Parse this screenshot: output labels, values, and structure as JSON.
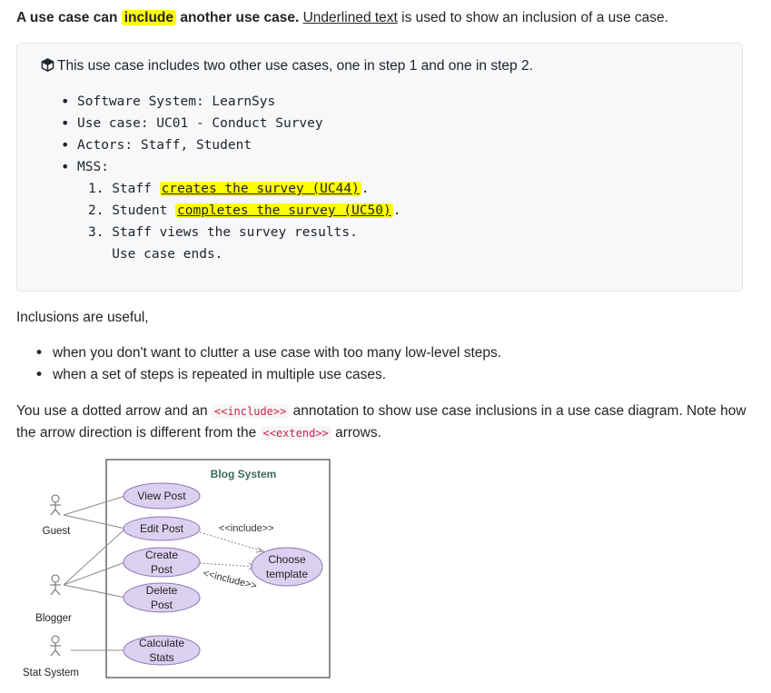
{
  "intro": {
    "bold_before": "A use case can",
    "highlight": "include",
    "bold_after": "another use case.",
    "underlined": "Underlined text",
    "rest": " is used to show an inclusion of a use case."
  },
  "example": {
    "icon": "cube-icon",
    "intro": "This use case includes two other use cases, one in step 1 and one in step 2.",
    "items": [
      "Software System: LearnSys",
      "Use case: UC01 - Conduct Survey",
      "Actors: Staff, Student",
      "MSS:"
    ],
    "steps": [
      {
        "prefix": "1. Staff ",
        "link": "creates the survey (UC44)",
        "suffix": "."
      },
      {
        "prefix": "2. Student ",
        "link": "completes the survey (UC50)",
        "suffix": "."
      },
      {
        "prefix": "3. Staff views the survey results.",
        "link": "",
        "suffix": ""
      },
      {
        "prefix": "   Use case ends.",
        "link": "",
        "suffix": ""
      }
    ]
  },
  "useful": {
    "heading": "Inclusions are useful,",
    "items": [
      "when you don't want to clutter a use case with too many low-level steps.",
      "when a set of steps is repeated in multiple use cases."
    ]
  },
  "arrow_note": {
    "t1": "You use a dotted arrow and an ",
    "code1": "<<include>>",
    "t2": " annotation to show use case inclusions in a use case diagram. Note how the arrow direction is different from the ",
    "code2": "<<extend>>",
    "t3": " arrows."
  },
  "diagram": {
    "system_title": "Blog System",
    "actors": [
      "Guest",
      "Blogger",
      "Stat System"
    ],
    "use_cases": [
      [
        "View Post"
      ],
      [
        "Edit Post"
      ],
      [
        "Create",
        "Post"
      ],
      [
        "Delete",
        "Post"
      ],
      [
        "Calculate",
        "Stats"
      ],
      [
        "Choose",
        "template"
      ]
    ],
    "include_label": "<<include>>",
    "colors": {
      "usecase_fill": "#dcd0f0",
      "usecase_stroke": "#8a76b4",
      "title": "#3a6b5a"
    }
  }
}
